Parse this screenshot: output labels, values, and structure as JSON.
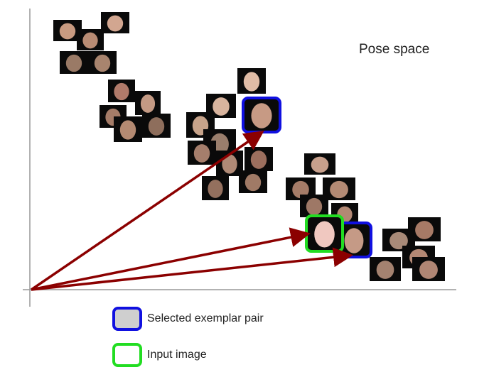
{
  "diagram": {
    "title": "Pose space",
    "legend": [
      {
        "id": "selected",
        "label": "Selected exemplar pair",
        "stroke": "#1010e0",
        "fill": "#cfcfcf"
      },
      {
        "id": "input",
        "label": "Input image",
        "stroke": "#22dd22",
        "fill": "#ffffff"
      }
    ],
    "colors": {
      "axis": "#999999",
      "arrow": "#8b0000",
      "selected_border": "#1010e0",
      "input_border": "#22dd22",
      "thumb_bg": "#0a0a0a"
    },
    "thumbnail_icon": "face-thumbnail"
  }
}
